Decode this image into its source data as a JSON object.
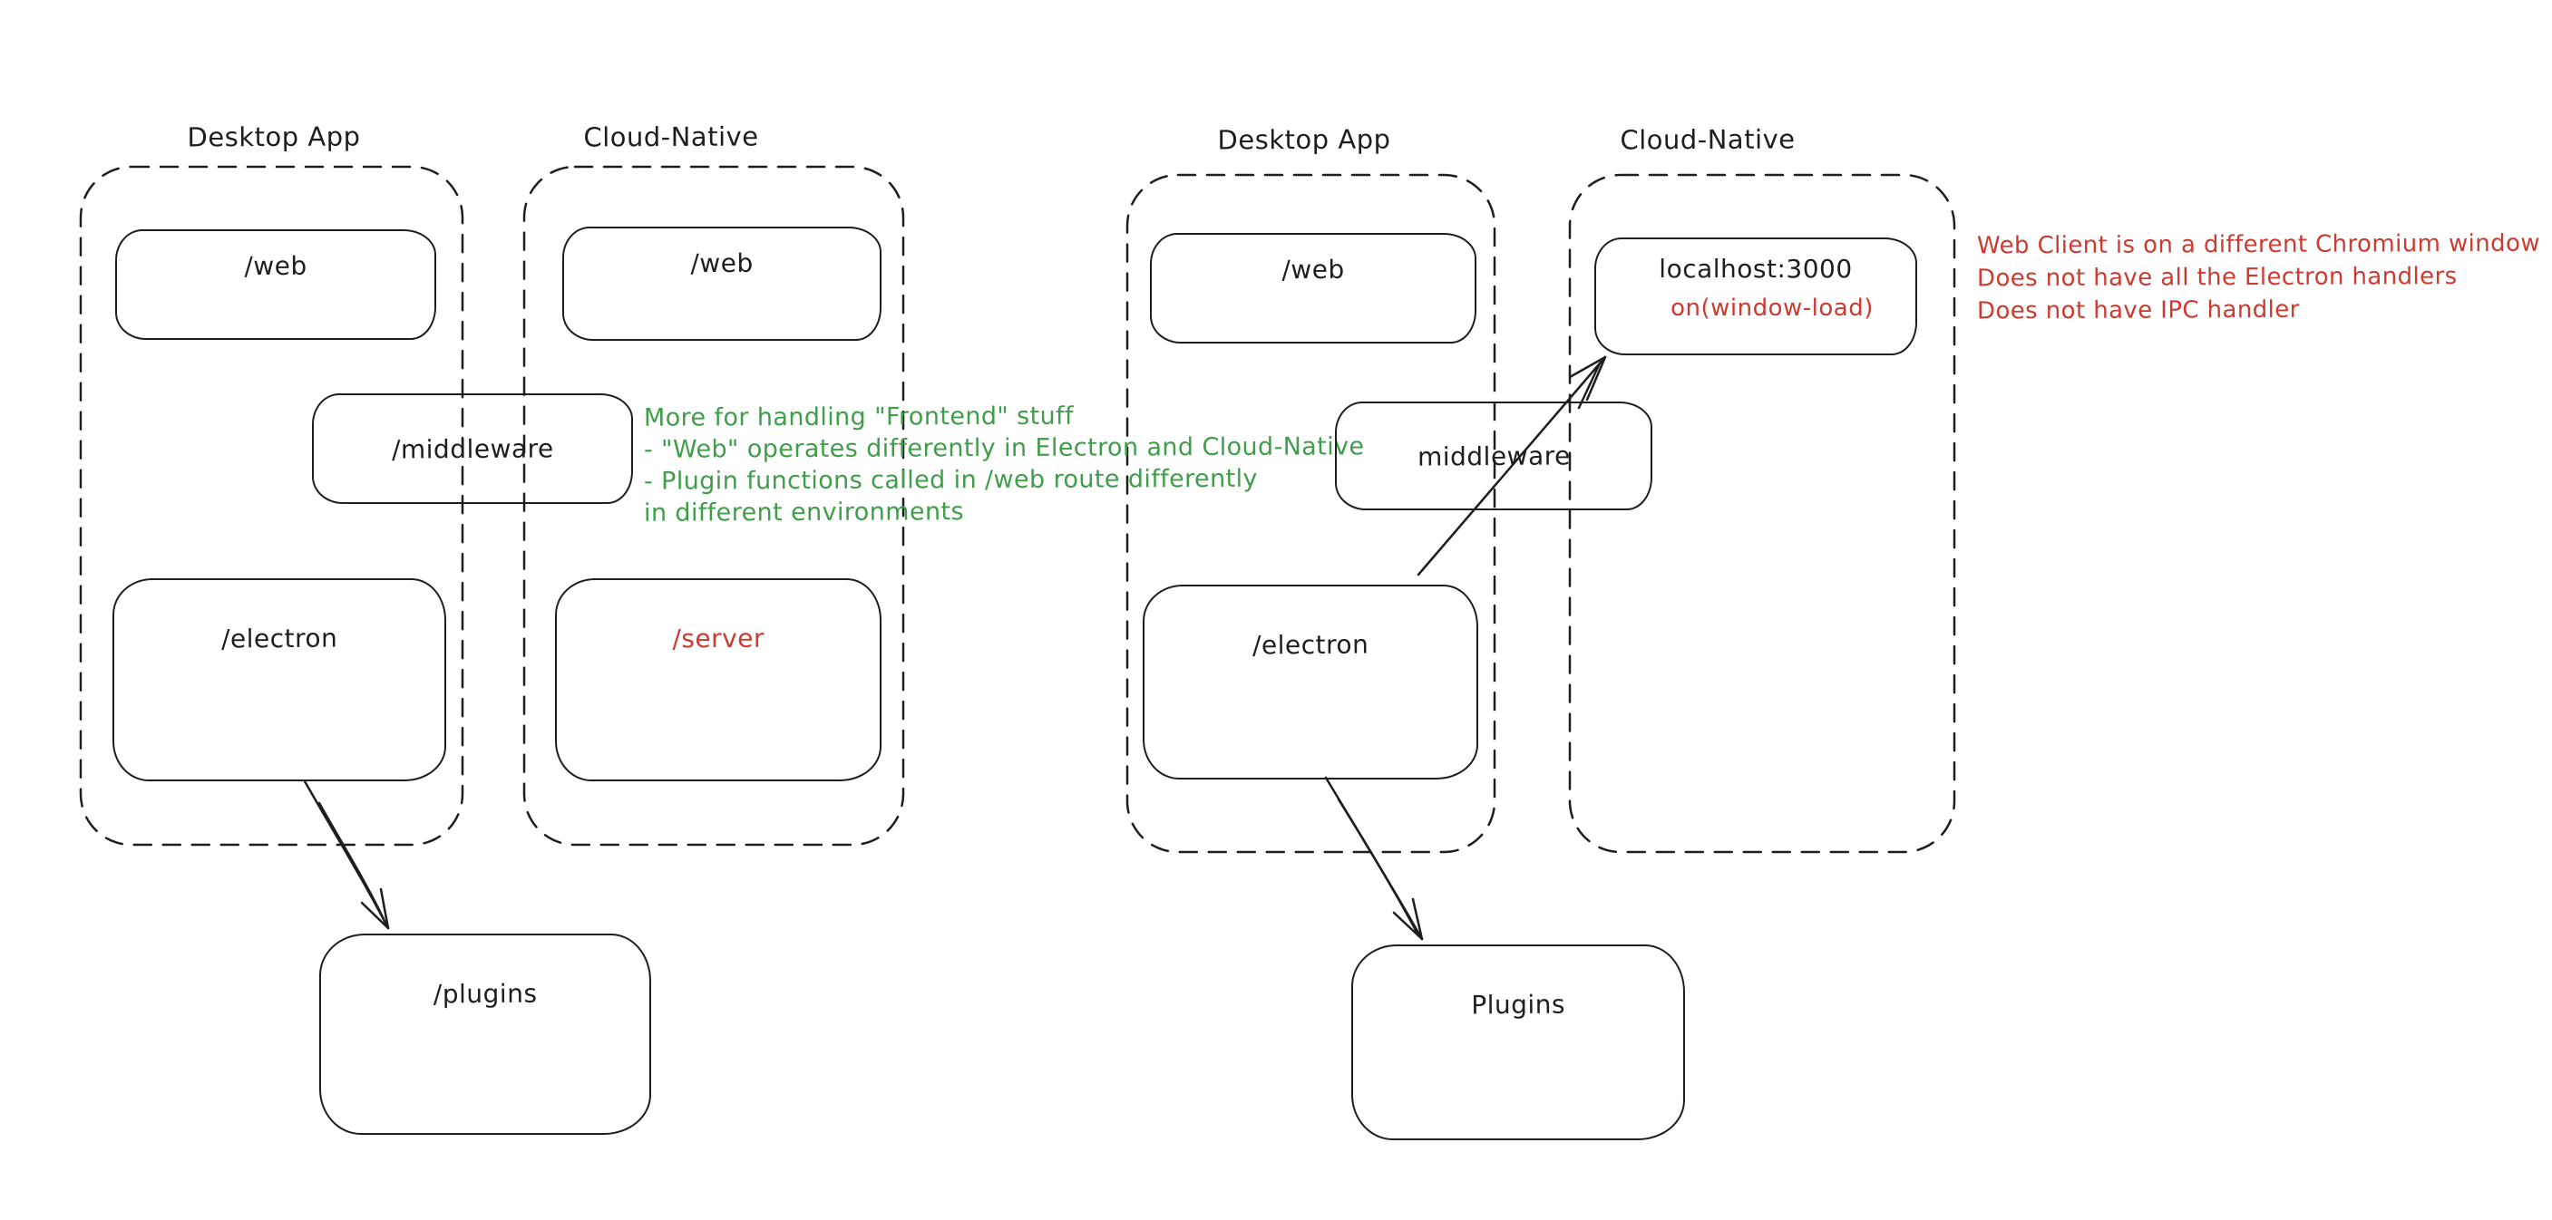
{
  "palette": {
    "ink": "#1e1e1e",
    "green": "#3f9e4a",
    "red": "#cd3a30",
    "canvas": "#ffffff"
  },
  "left": {
    "desktop_app": {
      "label": "Desktop App",
      "web": "/web",
      "middleware": "/middleware",
      "electron": "/electron"
    },
    "cloud_native": {
      "label": "Cloud-Native",
      "web": "/web",
      "server": "/server"
    },
    "plugins": "/plugins",
    "annotation": {
      "lines": [
        "More for handling \"Frontend\" stuff",
        "- \"Web\" operates differently in Electron and Cloud-Native",
        "- Plugin functions called in /web route differently",
        "in different environments"
      ]
    }
  },
  "right": {
    "desktop_app": {
      "label": "Desktop App",
      "web": "/web",
      "middleware": "middleware",
      "electron": "/electron"
    },
    "cloud_native": {
      "label": "Cloud-Native",
      "localhost_title": "localhost:3000",
      "localhost_event": "on(window-load)"
    },
    "plugins": "Plugins",
    "annotation": {
      "lines": [
        "Web Client is on a different Chromium window",
        "Does not have all the Electron handlers",
        "Does not have IPC handler"
      ]
    }
  }
}
